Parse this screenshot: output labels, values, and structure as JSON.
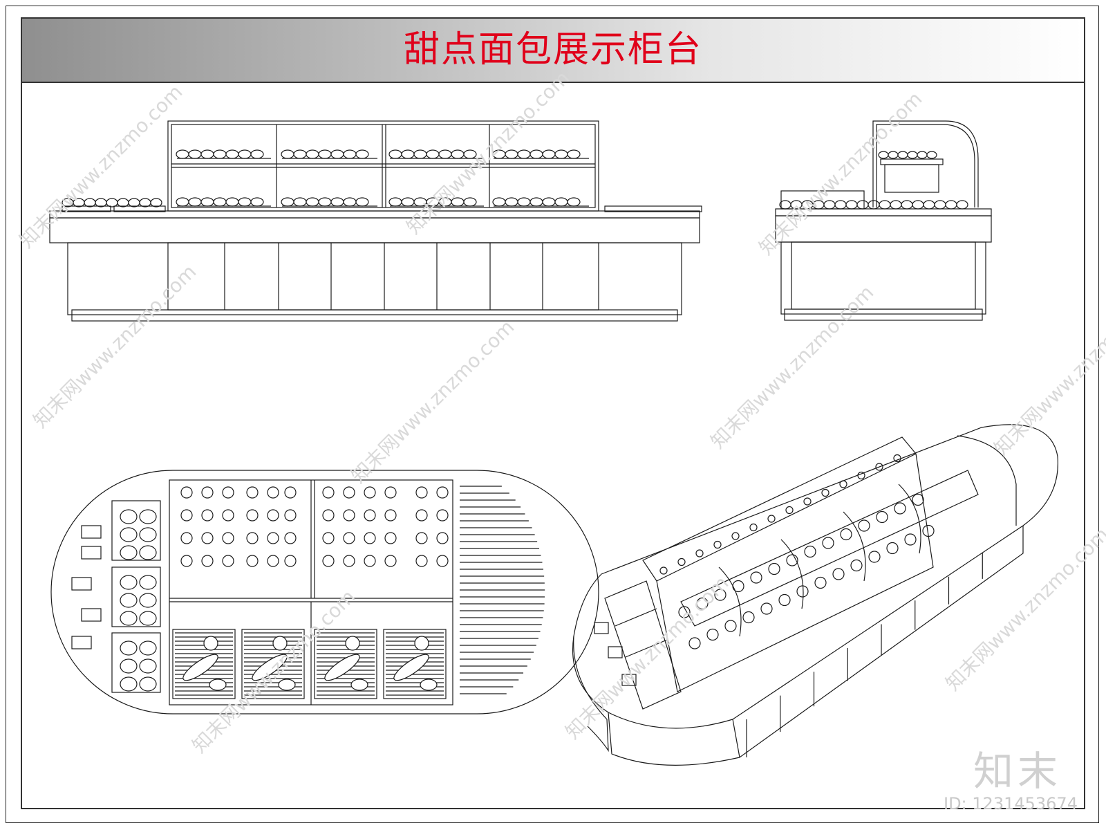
{
  "sheet": {
    "title": "甜点面包展示柜台"
  },
  "views": {
    "front_elevation": "front-elevation",
    "side_elevation": "side-elevation",
    "plan_view": "plan-view",
    "perspective_view": "perspective-view"
  },
  "watermark": {
    "logo": "知末",
    "id": "ID: 1231453674"
  },
  "colors": {
    "title": "#e0001a",
    "line": "#1a1a1a"
  }
}
